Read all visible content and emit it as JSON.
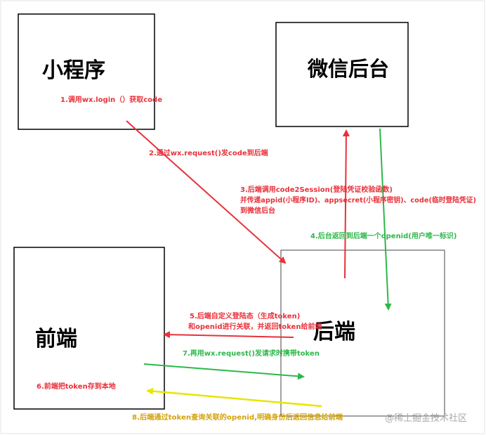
{
  "boxes": {
    "miniprogram": "小程序",
    "wechat_backend": "微信后台",
    "frontend": "前端",
    "backend": "后端"
  },
  "steps": {
    "s1": "1.调用wx.login（）获取code",
    "s2": "2.通过wx.request()发code到后端",
    "s3_line1": "3.后端调用code2Session(登陆凭证校验函数)",
    "s3_line2": "并传递appid(小程序ID)、appsecret(小程序密钥)、code(临时登陆凭证)",
    "s3_line3": "到微信后台",
    "s4": "4.后台返回到后端一个openid(用户唯一标识)",
    "s5_line1": "5.后端自定义登陆态（生成token)",
    "s5_line2": "和openid进行关联，并返回token给前端",
    "s6": "6.前端把token存到本地",
    "s7": "7.再用wx.request()发请求时携带token",
    "s8": "8.后端通过token查询关联的openid,明确身份后返回信息给前端"
  },
  "watermark": "@稀土掘金技术社区",
  "colors": {
    "red": "#e8313a",
    "green": "#2db84a",
    "yellow": "#e6e600",
    "step8_text": "#d4a20a"
  }
}
